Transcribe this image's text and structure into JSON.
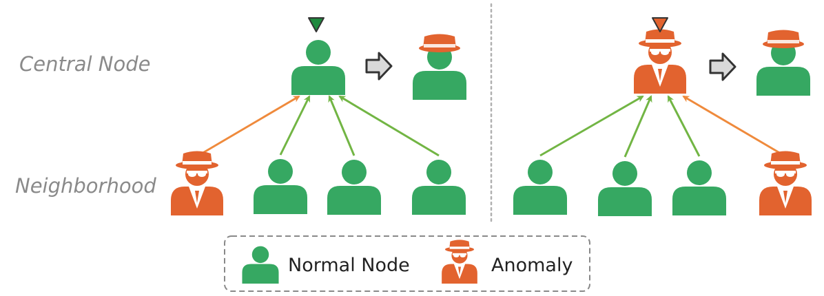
{
  "labels": {
    "central": "Central Node",
    "neighborhood": "Neighborhood"
  },
  "legend": {
    "normal": "Normal Node",
    "anomaly": "Anomaly"
  },
  "colors": {
    "normal": "#36a862",
    "anomaly": "#e2632f",
    "normal_edge": "#72b544",
    "anomaly_edge": "#ef8a3c",
    "divider": "#b0b0b0",
    "arrow_fill": "#d9d9d9",
    "arrow_stroke": "#333333",
    "text_gray": "#8a8a8a",
    "text_dark": "#222222"
  },
  "panels": [
    {
      "central": {
        "type": "normal",
        "marker": "normal"
      },
      "result": {
        "type": "anomaly-hat"
      },
      "neighbors": [
        {
          "type": "anomaly"
        },
        {
          "type": "normal"
        },
        {
          "type": "normal"
        },
        {
          "type": "normal"
        }
      ]
    },
    {
      "central": {
        "type": "anomaly",
        "marker": "anomaly"
      },
      "result": {
        "type": "normal-hat"
      },
      "neighbors": [
        {
          "type": "normal"
        },
        {
          "type": "normal"
        },
        {
          "type": "normal"
        },
        {
          "type": "anomaly"
        }
      ]
    }
  ]
}
